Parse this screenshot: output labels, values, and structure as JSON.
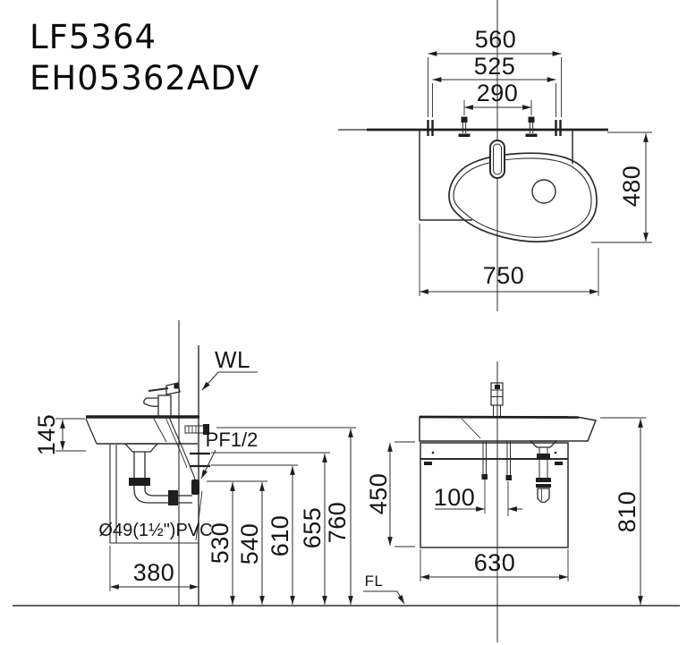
{
  "product": {
    "code1": "LF5364",
    "code2": "EH05362ADV"
  },
  "plan_view": {
    "dim_560": "560",
    "dim_525": "525",
    "dim_290": "290",
    "dim_480": "480",
    "dim_750": "750"
  },
  "side_view": {
    "wall_label": "WL",
    "supply_label": "PF1/2",
    "drain_pipe_label": "Ø49(1½\")PVC",
    "dim_145": "145",
    "dim_380": "380",
    "dim_530": "530",
    "dim_540": "540",
    "dim_610": "610",
    "dim_655": "655",
    "dim_760": "760"
  },
  "front_view": {
    "floor_label": "FL",
    "dim_100": "100",
    "dim_450": "450",
    "dim_630": "630",
    "dim_810": "810"
  }
}
